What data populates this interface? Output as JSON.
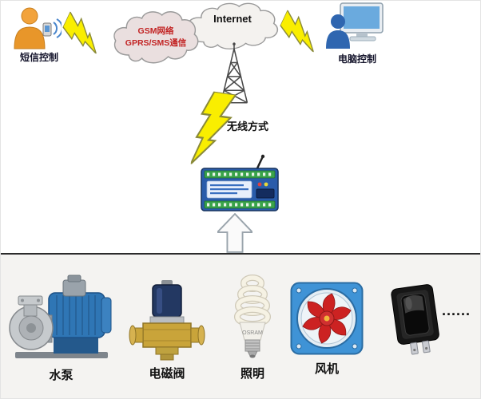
{
  "labels": {
    "sms_control": "短信控制",
    "pc_control": "电脑控制",
    "gsm_cloud_line1": "GSM网络",
    "gsm_cloud_line2": "GPRS/SMS通信",
    "internet_cloud": "Internet",
    "wireless_mode": "无线方式",
    "more_devices": "......"
  },
  "devices": [
    {
      "id": "water-pump",
      "label": "水泵"
    },
    {
      "id": "solenoid-valve",
      "label": "电磁阀"
    },
    {
      "id": "lighting",
      "label": "照明"
    },
    {
      "id": "fan",
      "label": "风机"
    }
  ],
  "bulb_brand": "OSRAM",
  "colors": {
    "lightning_yellow": "#f9ee00",
    "gsm_text_red": "#c22222",
    "controller_blue": "#2a5caa",
    "terminal_green": "#3aa34a",
    "pump_motor_blue": "#2f76b5",
    "valve_brass": "#c9a43a",
    "fan_frame_blue": "#3f93d6",
    "fan_blade_red": "#cc2222",
    "divider_dark": "#2b2b2b",
    "bottom_bg": "#f4f3f1"
  },
  "icons": [
    "person-with-phone-icon",
    "signal-waves-icon",
    "lightning-bolt-icon",
    "gsm-network-cloud",
    "internet-cloud",
    "antenna-tower-icon",
    "computer-user-icon",
    "gsm-controller-icon",
    "up-arrow-icon",
    "water-pump-icon",
    "solenoid-valve-icon",
    "cfl-bulb-icon",
    "axial-fan-icon",
    "rocker-switch-icon"
  ]
}
